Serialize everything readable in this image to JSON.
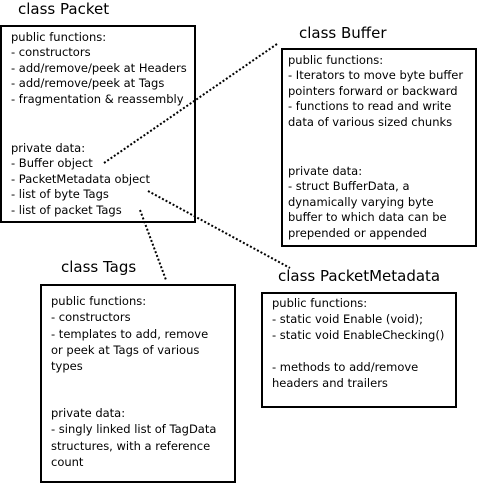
{
  "classes": {
    "packet": {
      "title": "class Packet",
      "lines": [
        "public functions:",
        "- constructors",
        "- add/remove/peek at Headers",
        "- add/remove/peek at Tags",
        "- fragmentation & reassembly",
        "",
        "",
        "private data:",
        "- Buffer object",
        "- PacketMetadata object",
        "- list of byte Tags",
        "- list of packet Tags"
      ]
    },
    "buffer": {
      "title": "class Buffer",
      "lines": [
        "public functions:",
        "- Iterators to move byte buffer",
        "pointers forward or backward",
        "- functions to read and write",
        "data of various sized chunks",
        "",
        "",
        "private data:",
        "- struct BufferData, a",
        "dynamically varying byte",
        "buffer to which data can be",
        "prepended or appended"
      ]
    },
    "tags": {
      "title": "class Tags",
      "lines": [
        "public functions:",
        "- constructors",
        "- templates to add, remove",
        "or peek at Tags of various",
        "types",
        "",
        "",
        "private data:",
        "- singly linked list of TagData",
        "structures, with a reference",
        "count"
      ]
    },
    "metadata": {
      "title": "class PacketMetadata",
      "lines": [
        "public functions:",
        "- static void Enable (void);",
        "- static void EnableChecking()",
        "",
        "- methods to add/remove",
        "headers and trailers"
      ]
    }
  }
}
